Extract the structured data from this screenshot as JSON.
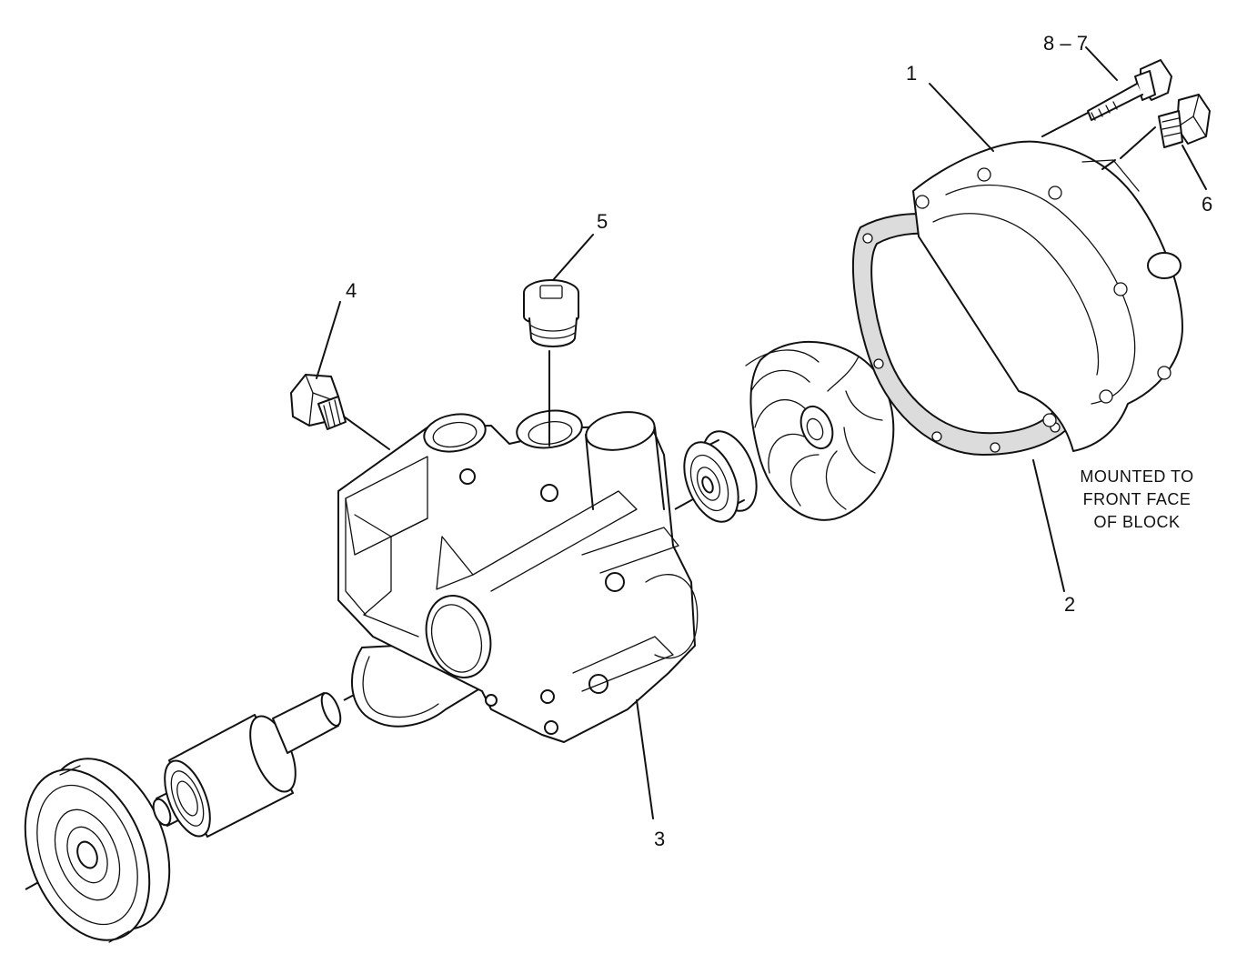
{
  "callouts": {
    "c1": "1",
    "c2": "2",
    "c3": "3",
    "c4": "4",
    "c5": "5",
    "c6": "6",
    "c87": "8 – 7"
  },
  "note": {
    "line1": "MOUNTED TO",
    "line2": "FRONT FACE",
    "line3": "OF BLOCK"
  }
}
